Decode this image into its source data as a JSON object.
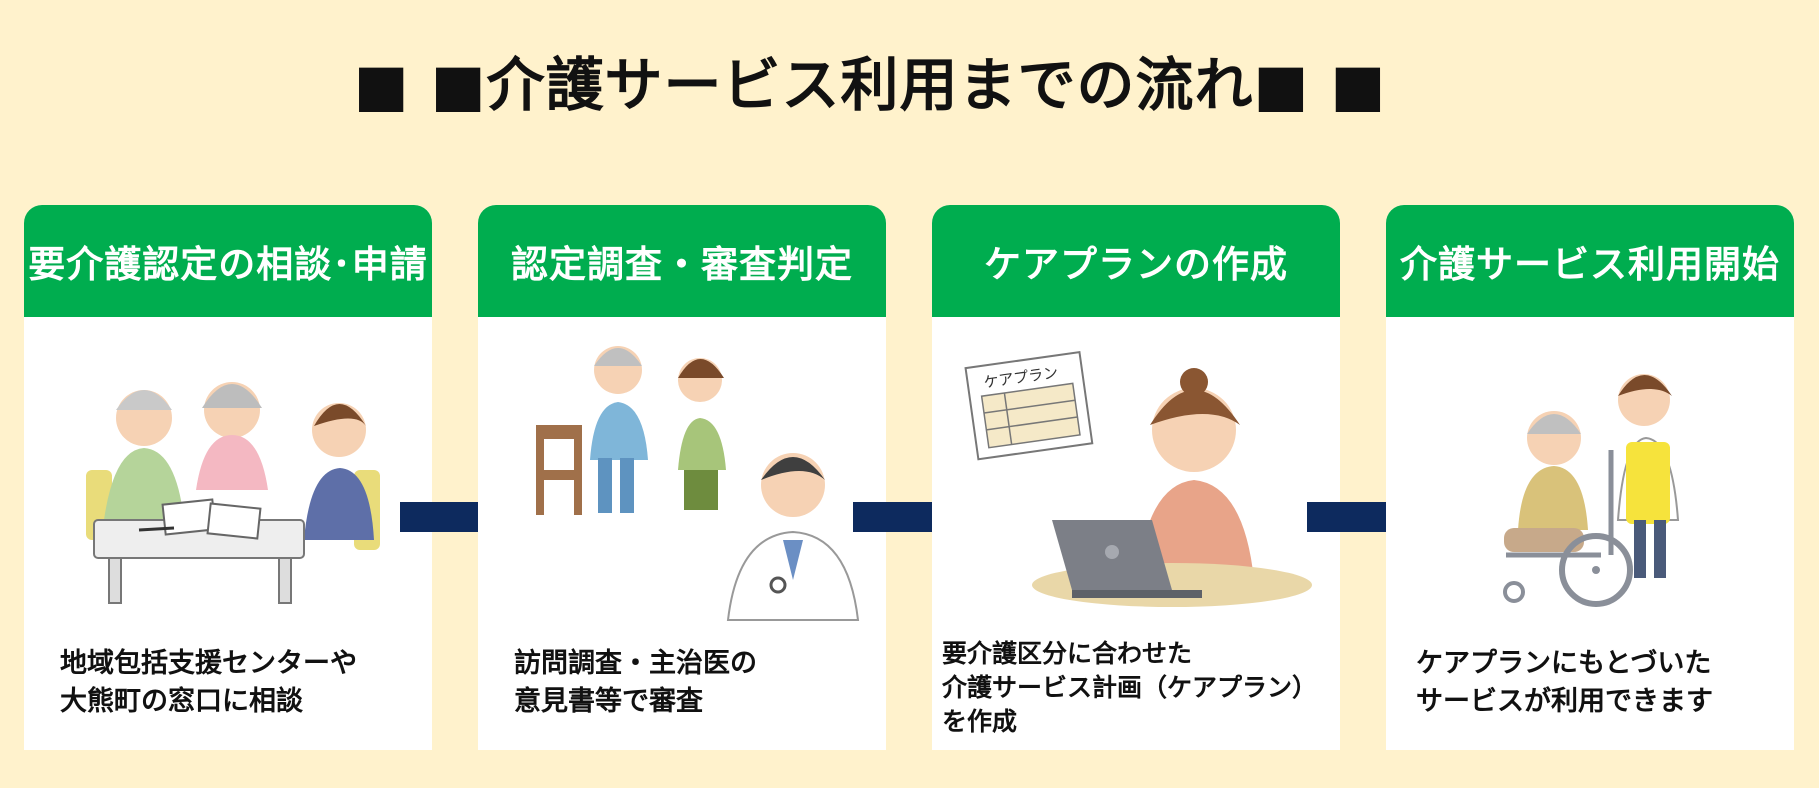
{
  "title": "■ ■介護サービス利用までの流れ■ ■",
  "steps": [
    {
      "heading": "要介護認定の相談･申請",
      "desc_lines": [
        "地域包括支援センターや",
        "大熊町の窓口に相談"
      ]
    },
    {
      "heading": "認定調査・審査判定",
      "desc_lines": [
        "訪問調査・主治医の",
        "意見書等で審査"
      ]
    },
    {
      "heading": "ケアプランの作成",
      "desc_lines": [
        "要介護区分に合わせた",
        "介護サービス計画（ケアプラン）",
        "を作成"
      ],
      "paper_label": "ケアプラン"
    },
    {
      "heading": "介護サービス利用開始",
      "desc_lines": [
        "ケアプランにもとづいた",
        "サービスが利用できます"
      ]
    }
  ],
  "colors": {
    "background": "#fff2cc",
    "header_green": "#00ad4f",
    "arrow_navy": "#0d2a5e"
  }
}
